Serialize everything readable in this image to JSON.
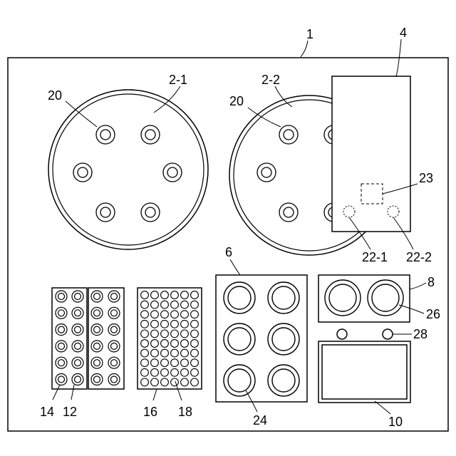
{
  "labels": {
    "frame": "1",
    "rotor_a": "2-1",
    "rotor_b": "2-2",
    "module": "4",
    "tray_mid": "6",
    "tray_right": "8",
    "box": "10",
    "rack_a": "12",
    "rack_tube": "14",
    "plate": "16",
    "plate_well": "18",
    "rotor_hole_a": "20",
    "rotor_hole_b": "20",
    "port_1": "22-1",
    "port_2": "22-2",
    "sensor": "23",
    "well_large": "24",
    "well_right": "26",
    "knob": "28"
  }
}
